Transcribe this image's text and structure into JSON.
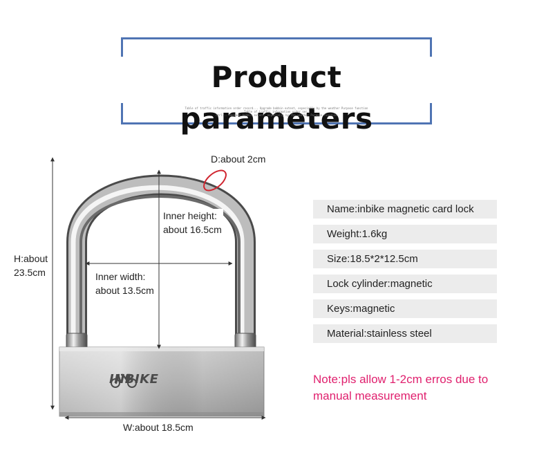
{
  "header": {
    "title": "Product parameters",
    "fine_print": [
      "Table of traffic information order record... Upgrade bobbin extent, especially by the weather Purpose function",
      "Table of traffic information order ser.",
      "ctrl... Upgrade bobbin extent, especially by the weather Purpose function"
    ]
  },
  "dimensions": {
    "diameter": "D:about 2cm",
    "inner_height": [
      "Inner height:",
      "about 16.5cm"
    ],
    "height": [
      "H:about",
      "23.5cm"
    ],
    "inner_width": [
      "Inner width:",
      "about 13.5cm"
    ],
    "width": "W:about 18.5cm"
  },
  "lock": {
    "brand": "INBIKE",
    "logo_icon": "inbike-logo-icon"
  },
  "specs": [
    "Name:inbike magnetic card lock",
    "Weight:1.6kg",
    "Size:18.5*2*12.5cm",
    "Lock cylinder:magnetic",
    "Keys:magnetic",
    "Material:stainless steel"
  ],
  "note": [
    "Note:pls allow 1-2cm erros due to",
    "manual measurement"
  ],
  "colors": {
    "frame": "#4f74b3",
    "note": "#e0206e",
    "spec_background": "#ececec",
    "diameter_ring": "#d0252f"
  }
}
